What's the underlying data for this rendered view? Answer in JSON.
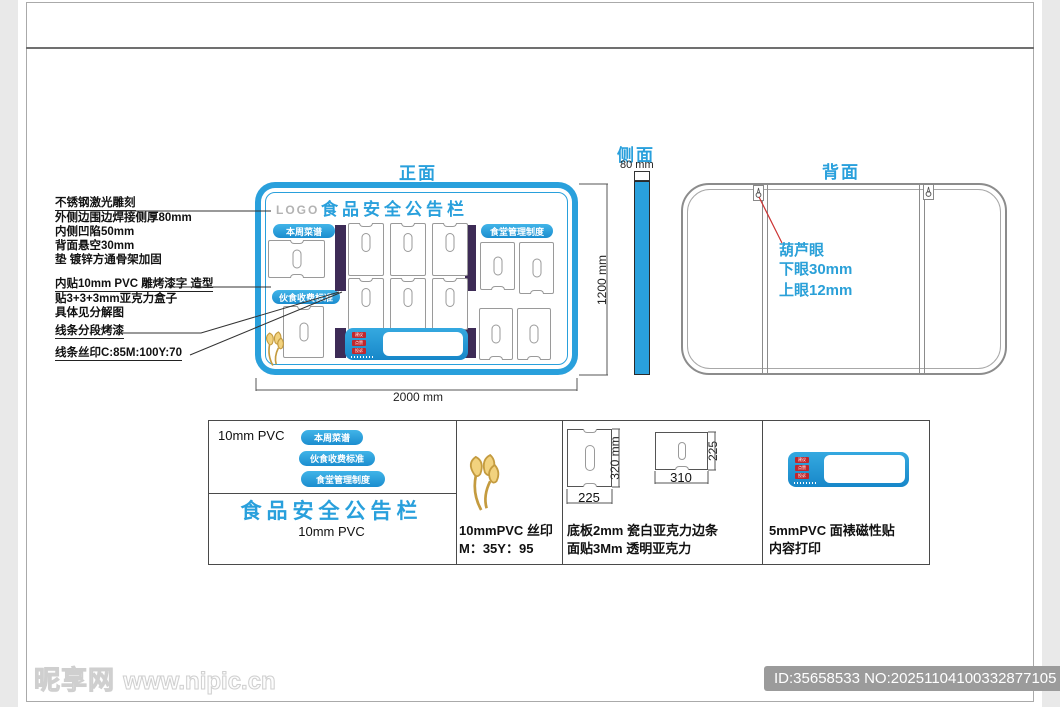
{
  "colors": {
    "accent": "#29A0DC",
    "purple": "#3D2B56",
    "red": "#C1272D"
  },
  "ann": {
    "items": [
      "不锈钢激光雕刻",
      "外侧边围边焊接侧厚80mm",
      "内侧凹陷50mm",
      "背面悬空30mm",
      "垫 镀锌方通骨架加固",
      "内贴10mm PVC 雕烤漆字 造型",
      "贴3+3+3mm亚克力盒子",
      "具体见分解图",
      "线条分段烤漆",
      "线条丝印C:85M:100Y:70"
    ]
  },
  "front": {
    "title": "正面",
    "logo": "LOGO",
    "board_title": "食品安全公告栏",
    "pill_menu": "本周菜谱",
    "pill_rules": "食堂管理制度",
    "pill_price": "伙食收费标准",
    "dim_w": "2000 mm",
    "dim_h": "1200 mm",
    "badge_0": "建议",
    "badge_1": "点赞",
    "badge_2": "投诉"
  },
  "side": {
    "title": "侧面",
    "dim": "80 mm"
  },
  "back": {
    "title": "背面",
    "line1": "葫芦眼",
    "line2": "下眼30mm",
    "line3": "上眼12mm"
  },
  "table": {
    "c1_label_top": "10mm PVC",
    "c1_pill_0": "本周菜谱",
    "c1_pill_1": "伙食收费标准",
    "c1_pill_2": "食堂管理制度",
    "c1_title": "食品安全公告栏",
    "c1_label_bottom": "10mm PVC",
    "c2_line1": "10mmPVC 丝印",
    "c2_line2": "M：35Y：95",
    "c3_a_w": "225",
    "c3_a_h": "320 mm",
    "c3_b_w": "310",
    "c3_b_h": "225",
    "c3_line1": "底板2mm 瓷白亚克力边条",
    "c3_line2": "面贴3Mm 透明亚克力",
    "c4_line1": "5mmPVC 面裱磁性贴",
    "c4_line2": "内容打印"
  },
  "watermark": {
    "brand": "昵享网",
    "site": "www.nipic.cn",
    "badge": "ID:35658533 NO:20251104100332877105"
  }
}
